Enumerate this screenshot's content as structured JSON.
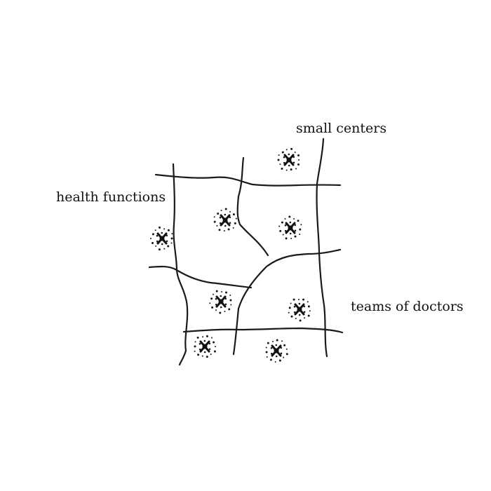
{
  "labels": {
    "small_centers": "small centers",
    "health_functions": "health functions",
    "teams_of_doctors": "teams of doctors"
  },
  "colors": {
    "ink": "#1a1a1a",
    "background": "#ffffff"
  }
}
